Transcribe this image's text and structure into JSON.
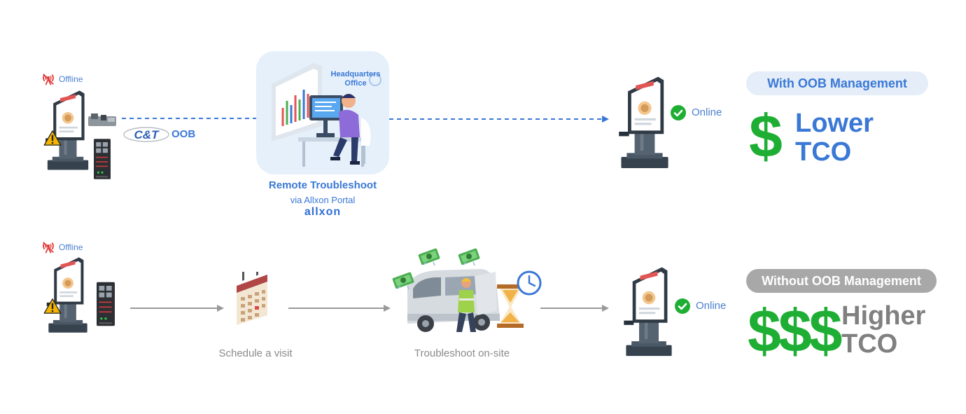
{
  "oob_row": {
    "offline_label": "Offline",
    "oob_label": "OOB",
    "ct_logo": "C&T",
    "hq_title": "Headquarters Office",
    "remote_title": "Remote Troubleshoot",
    "remote_sub": "via Allxon Portal",
    "allxon_logo": "allxon",
    "online_label": "Online",
    "pill": "With OOB Management",
    "dollar": "$",
    "tco_line1": "Lower",
    "tco_line2": "TCO"
  },
  "non_oob_row": {
    "offline_label": "Offline",
    "schedule_caption": "Schedule a visit",
    "onsite_caption": "Troubleshoot on-site",
    "online_label": "Online",
    "pill": "Without OOB Management",
    "dollar": "$$$",
    "tco_line1": "Higher",
    "tco_line2": "TCO"
  },
  "colors": {
    "brand_blue": "#3a78d6",
    "money_green": "#1fae34",
    "gray": "#808080",
    "hq_card": "#e6f0fb"
  }
}
